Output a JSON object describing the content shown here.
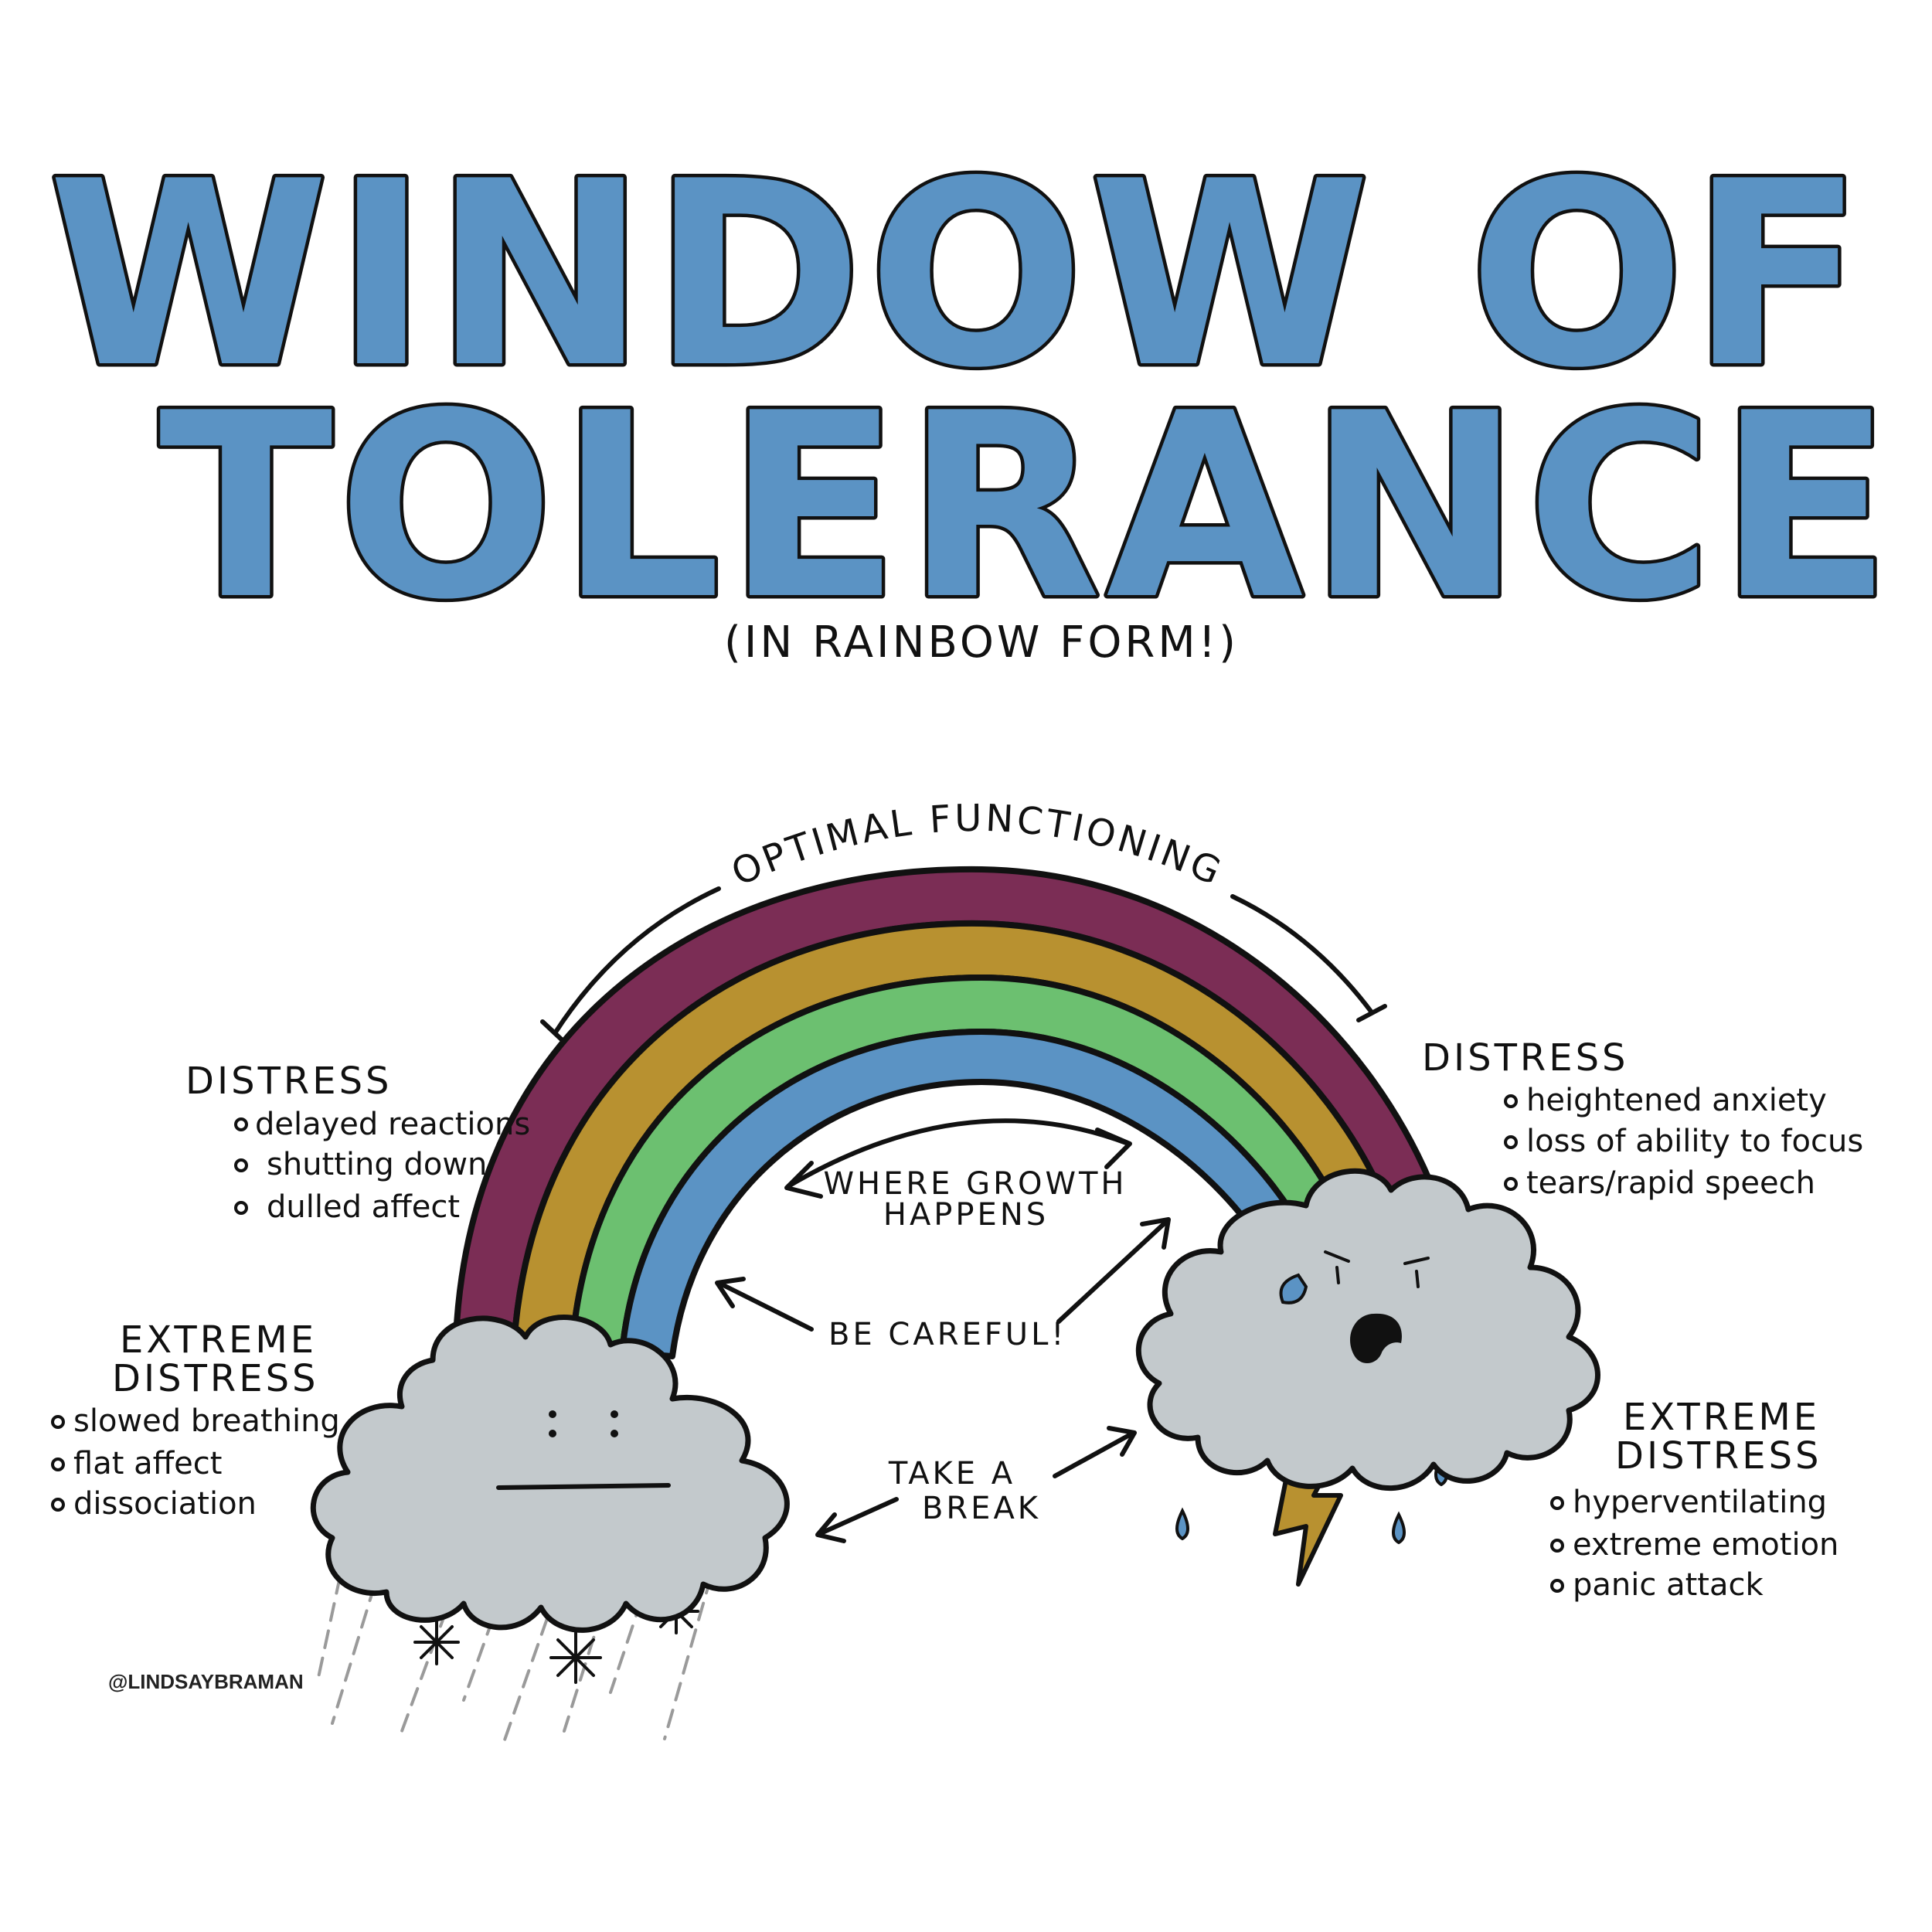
{
  "title": {
    "line1": "WINDOW OF",
    "line2": "TOLERANCE",
    "subtitle": "(IN RAINBOW FORM!)"
  },
  "rainbow": {
    "top_label": "OPTIMAL FUNCTIONING",
    "center_label_1": "WHERE GROWTH",
    "center_label_2": "HAPPENS",
    "careful_label": "BE CAREFUL!",
    "break_label_1": "TAKE A",
    "break_label_2": "BREAK",
    "colors": {
      "band_outer": "#7b2d55",
      "band_2": "#b89130",
      "band_3": "#6cc070",
      "band_inner": "#5b93c4",
      "cloud": "#c3c9cc",
      "drop": "#5b93c4",
      "lightning": "#b89130"
    }
  },
  "left": {
    "distress": {
      "heading": "DISTRESS",
      "items": [
        "delayed reactions",
        "shutting down",
        "dulled affect"
      ]
    },
    "extreme": {
      "heading_1": "EXTREME",
      "heading_2": "DISTRESS",
      "items": [
        "slowed breathing",
        "flat affect",
        "dissociation"
      ]
    }
  },
  "right": {
    "distress": {
      "heading": "DISTRESS",
      "items": [
        "heightened anxiety",
        "loss of ability to focus",
        "tears/rapid speech"
      ]
    },
    "extreme": {
      "heading_1": "EXTREME",
      "heading_2": "DISTRESS",
      "items": [
        "hyperventilating",
        "extreme emotion",
        "panic attack"
      ]
    }
  },
  "credit": "@LINDSAYBRAMAN"
}
